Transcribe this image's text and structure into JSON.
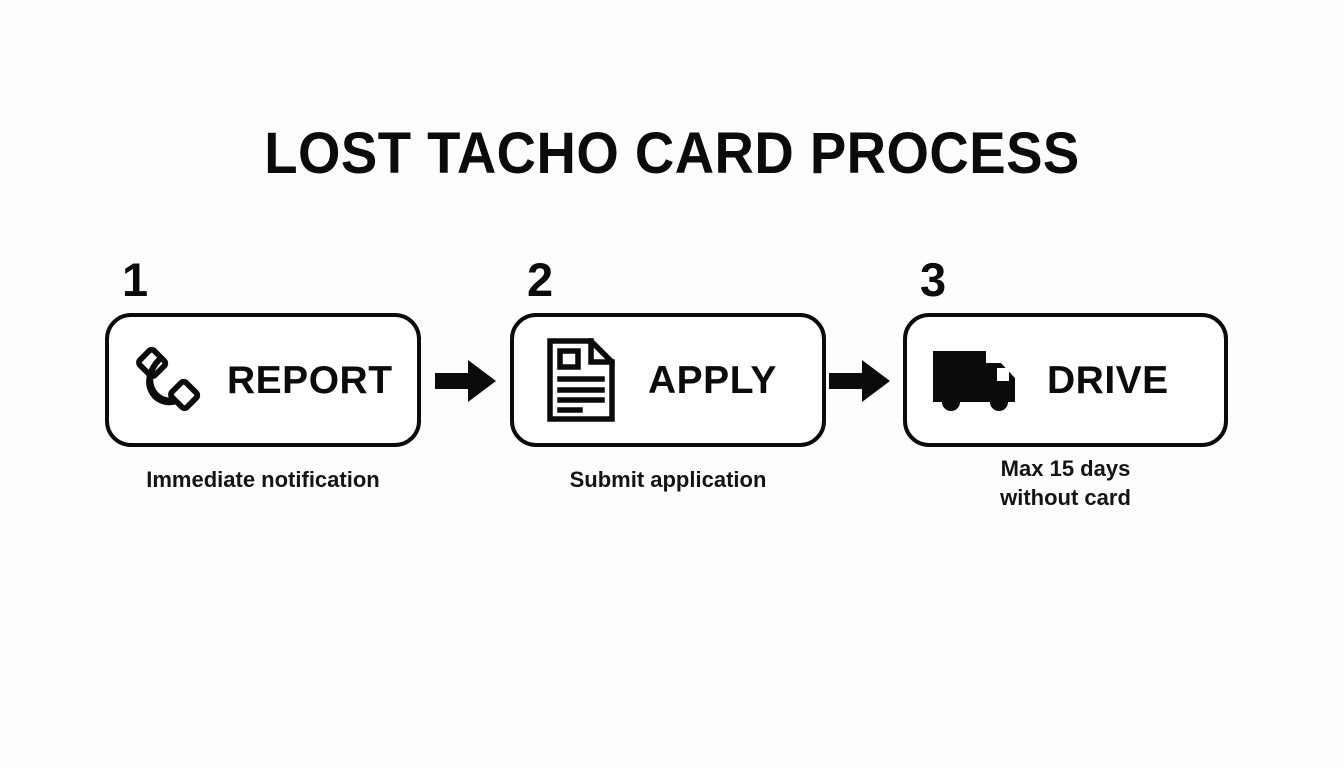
{
  "page": {
    "title": "LOST TACHO CARD PROCESS",
    "background_color": "#fdfdfd",
    "ink_color": "#0b0b0b"
  },
  "diagram": {
    "type": "process-flow",
    "orientation": "horizontal",
    "step_count": 3,
    "connector": "solid-right-arrow",
    "steps": [
      {
        "number": "1",
        "label": "REPORT",
        "icon": "phone-handset-icon",
        "icon_style": "outline",
        "caption": "Immediate notification"
      },
      {
        "number": "2",
        "label": "APPLY",
        "icon": "document-icon",
        "icon_style": "outline",
        "caption": "Submit application"
      },
      {
        "number": "3",
        "label": "DRIVE",
        "icon": "truck-icon",
        "icon_style": "solid",
        "caption": "Max 15 days\nwithout card"
      }
    ],
    "arrows": [
      {
        "name": "arrow-1-to-2"
      },
      {
        "name": "arrow-2-to-3"
      }
    ]
  }
}
